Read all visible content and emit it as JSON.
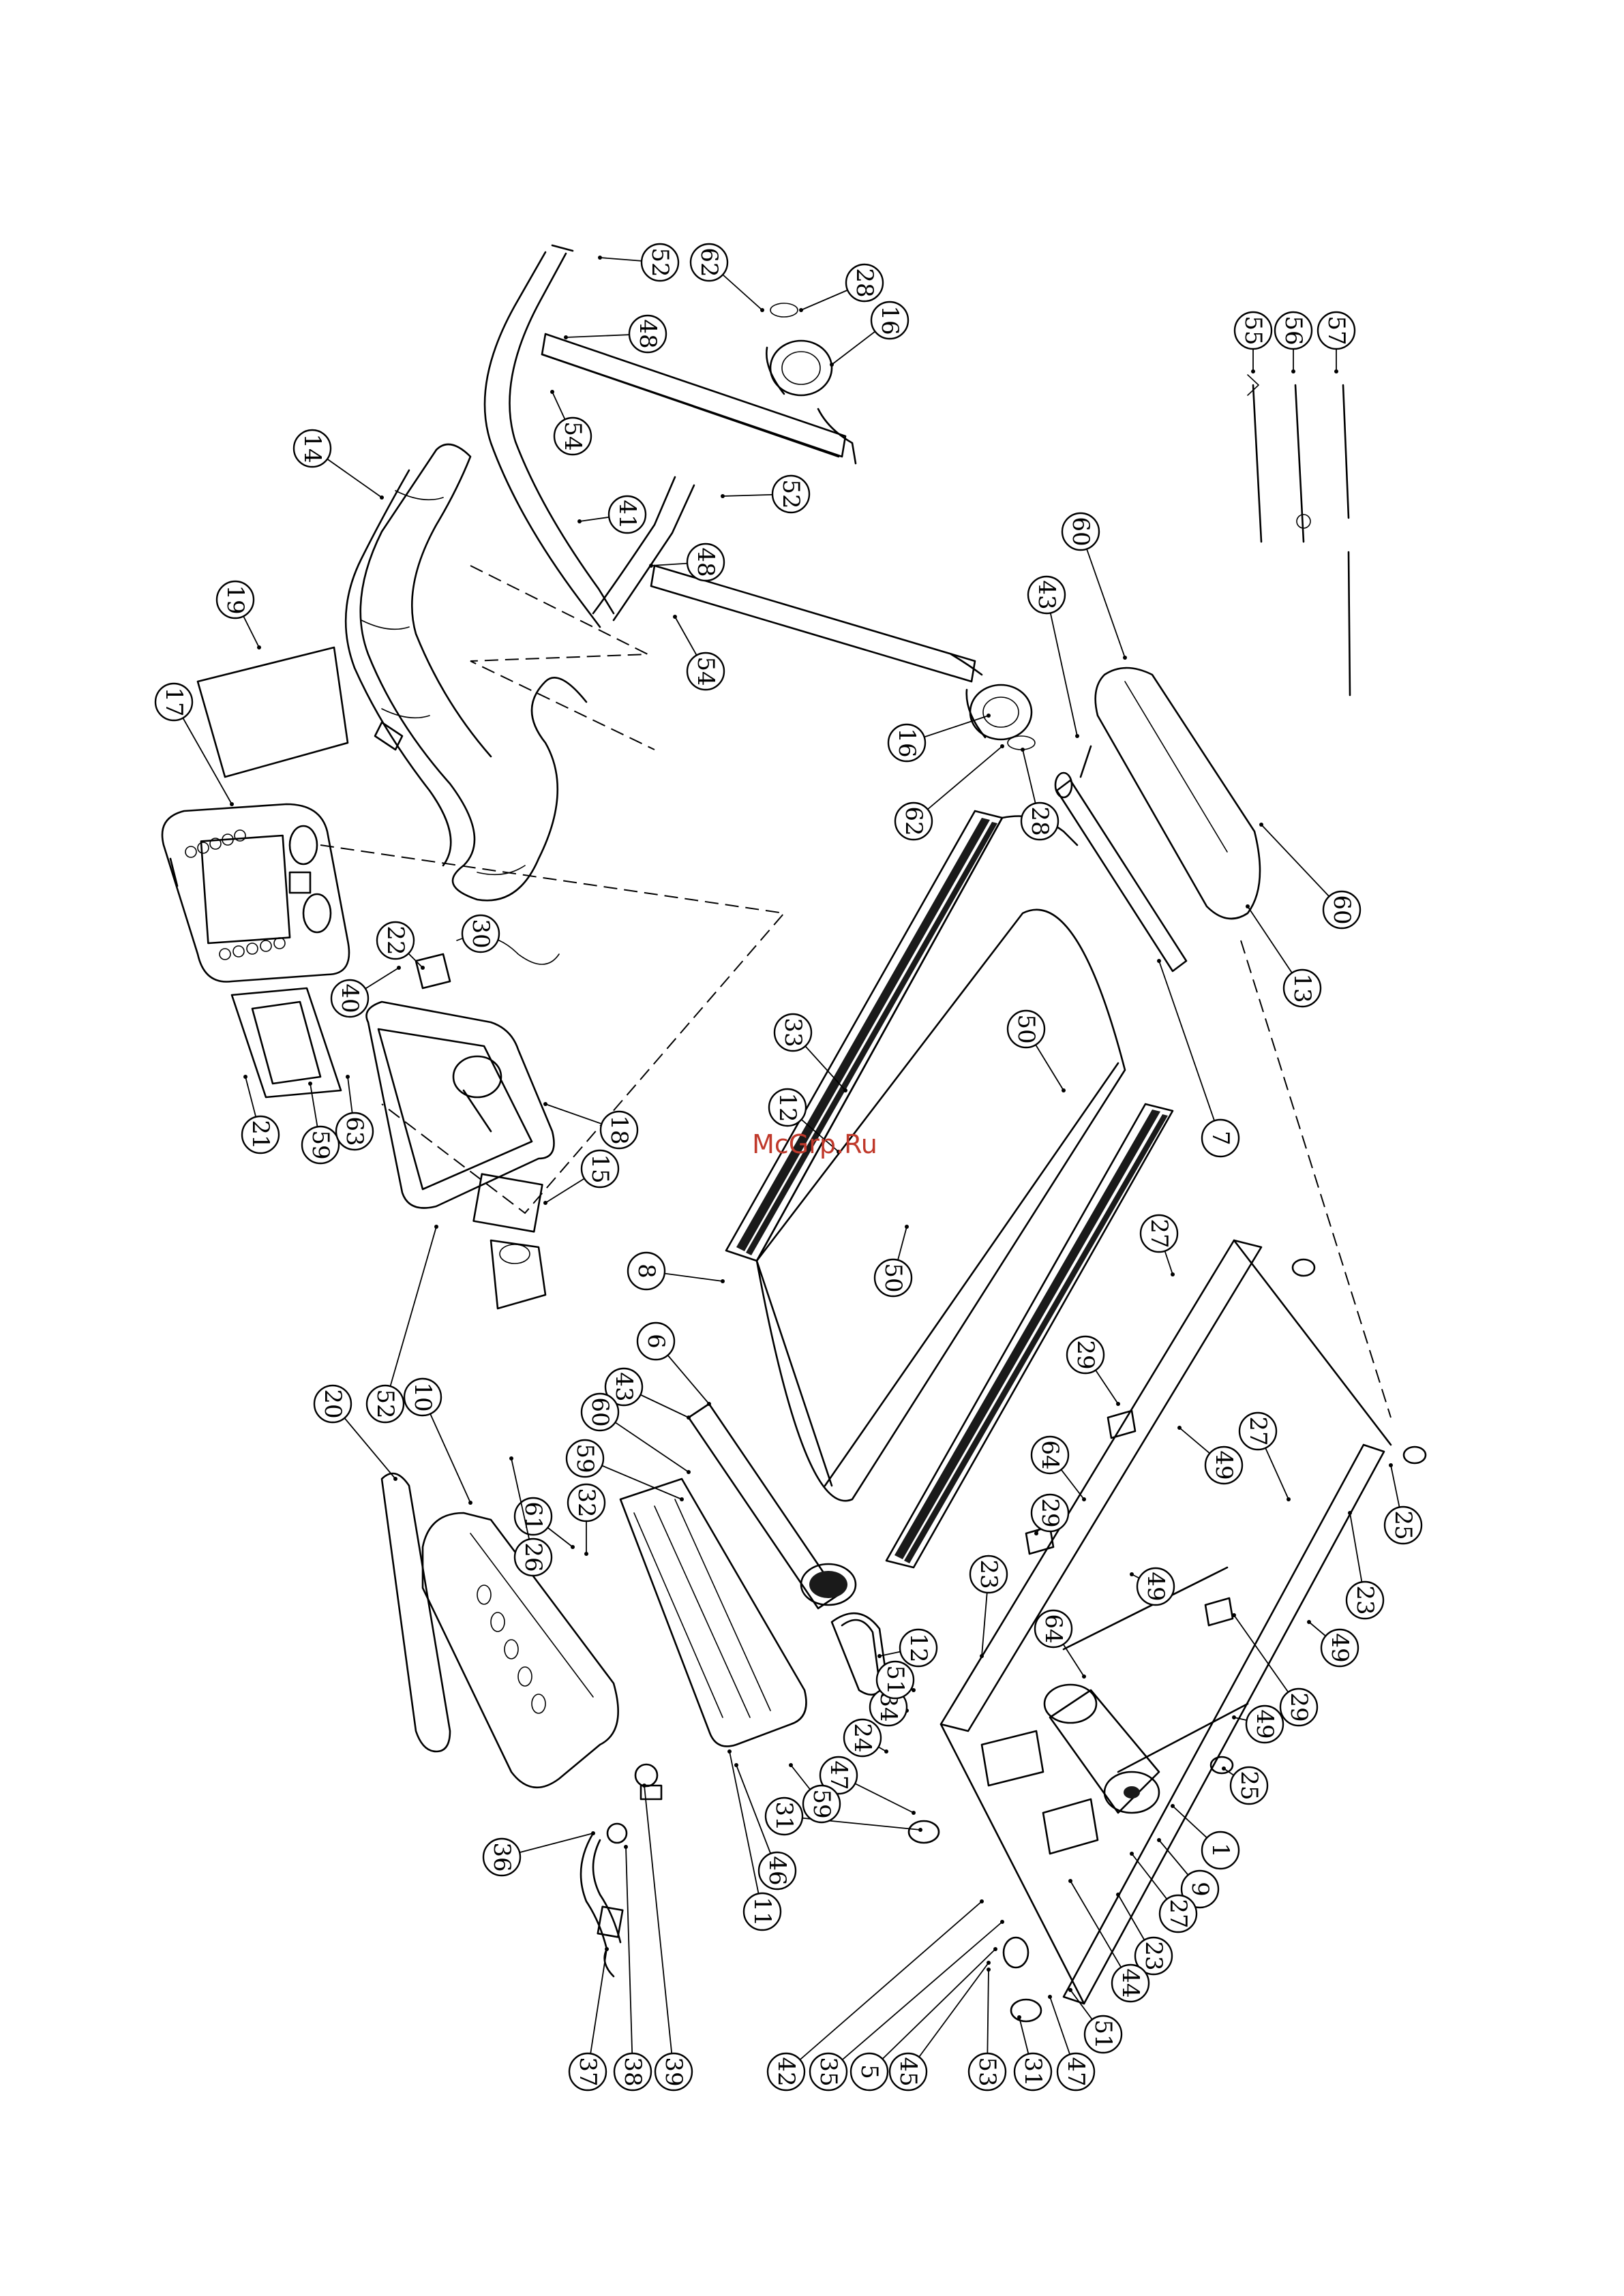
{
  "document": {
    "watermark": "McGrp.Ru",
    "colors": {
      "line": "#000000",
      "background": "#ffffff",
      "watermark": "#c0392b"
    }
  },
  "callouts": [
    {
      "label": "52"
    },
    {
      "label": "62"
    },
    {
      "label": "28"
    },
    {
      "label": "16"
    },
    {
      "label": "48"
    },
    {
      "label": "54"
    },
    {
      "label": "41"
    },
    {
      "label": "52"
    },
    {
      "label": "48"
    },
    {
      "label": "54"
    },
    {
      "label": "14"
    },
    {
      "label": "19"
    },
    {
      "label": "17"
    },
    {
      "label": "16"
    },
    {
      "label": "62"
    },
    {
      "label": "28"
    },
    {
      "label": "60"
    },
    {
      "label": "43"
    },
    {
      "label": "60"
    },
    {
      "label": "13"
    },
    {
      "label": "55"
    },
    {
      "label": "56"
    },
    {
      "label": "57"
    },
    {
      "label": "22"
    },
    {
      "label": "30"
    },
    {
      "label": "40"
    },
    {
      "label": "21"
    },
    {
      "label": "59"
    },
    {
      "label": "63"
    },
    {
      "label": "18"
    },
    {
      "label": "15"
    },
    {
      "label": "33"
    },
    {
      "label": "12"
    },
    {
      "label": "50"
    },
    {
      "label": "50"
    },
    {
      "label": "7"
    },
    {
      "label": "27"
    },
    {
      "label": "8"
    },
    {
      "label": "6"
    },
    {
      "label": "43"
    },
    {
      "label": "60"
    },
    {
      "label": "59"
    },
    {
      "label": "32"
    },
    {
      "label": "61"
    },
    {
      "label": "26"
    },
    {
      "label": "10"
    },
    {
      "label": "52"
    },
    {
      "label": "20"
    },
    {
      "label": "29"
    },
    {
      "label": "49"
    },
    {
      "label": "27"
    },
    {
      "label": "64"
    },
    {
      "label": "23"
    },
    {
      "label": "25"
    },
    {
      "label": "29"
    },
    {
      "label": "49"
    },
    {
      "label": "64"
    },
    {
      "label": "29"
    },
    {
      "label": "49"
    },
    {
      "label": "23"
    },
    {
      "label": "12"
    },
    {
      "label": "34"
    },
    {
      "label": "51"
    },
    {
      "label": "24"
    },
    {
      "label": "25"
    },
    {
      "label": "49"
    },
    {
      "label": "47"
    },
    {
      "label": "31"
    },
    {
      "label": "59"
    },
    {
      "label": "46"
    },
    {
      "label": "11"
    },
    {
      "label": "1"
    },
    {
      "label": "9"
    },
    {
      "label": "27"
    },
    {
      "label": "23"
    },
    {
      "label": "44"
    },
    {
      "label": "36"
    },
    {
      "label": "37"
    },
    {
      "label": "38"
    },
    {
      "label": "39"
    },
    {
      "label": "42"
    },
    {
      "label": "35"
    },
    {
      "label": "5"
    },
    {
      "label": "45"
    },
    {
      "label": "53"
    },
    {
      "label": "31"
    },
    {
      "label": "47"
    },
    {
      "label": "51"
    }
  ]
}
